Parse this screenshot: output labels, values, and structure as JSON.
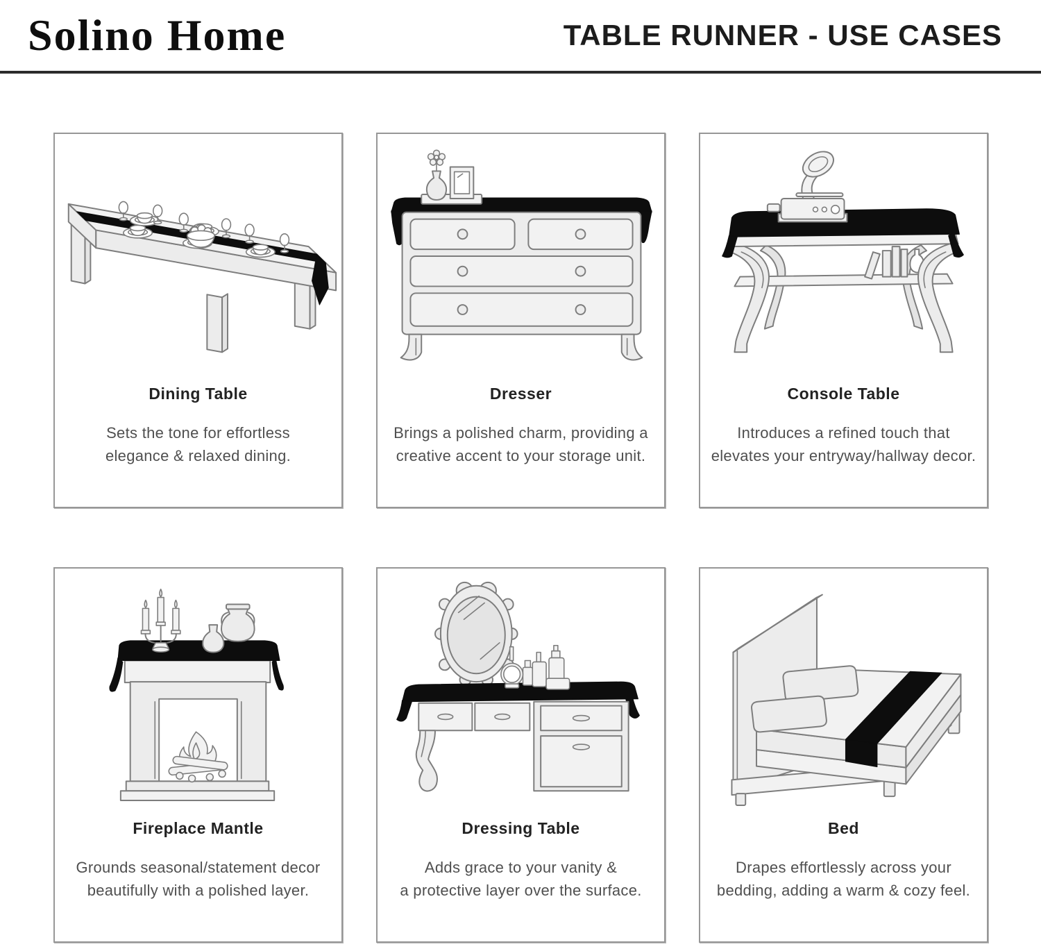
{
  "header": {
    "logo": "Solino Home",
    "title": "TABLE RUNNER - USE CASES"
  },
  "colors": {
    "background": "#ffffff",
    "divider": "#2b2b2b",
    "card_border": "#979797",
    "title_text": "#222222",
    "description_text": "#4f4f4f",
    "runner": "#0d0d0d",
    "line_art_outline": "#7d7d7d",
    "furniture_fill": "#ececec"
  },
  "cards": [
    {
      "title": "Dining Table",
      "description": "Sets the tone for effortless\nelegance & relaxed dining.",
      "illustration": "dining-table-illustration"
    },
    {
      "title": "Dresser",
      "description": "Brings a polished charm, providing a\ncreative accent to your storage unit.",
      "illustration": "dresser-illustration"
    },
    {
      "title": "Console Table",
      "description": "Introduces a refined touch that\nelevates your entryway/hallway decor.",
      "illustration": "console-table-illustration"
    },
    {
      "title": "Fireplace Mantle",
      "description": "Grounds seasonal/statement decor\nbeautifully with a polished layer.",
      "illustration": "fireplace-mantle-illustration"
    },
    {
      "title": "Dressing Table",
      "description": "Adds grace to your vanity &\na protective layer over the surface.",
      "illustration": "dressing-table-illustration"
    },
    {
      "title": "Bed",
      "description": "Drapes effortlessly across your\nbedding, adding a warm & cozy feel.",
      "illustration": "bed-illustration"
    }
  ]
}
